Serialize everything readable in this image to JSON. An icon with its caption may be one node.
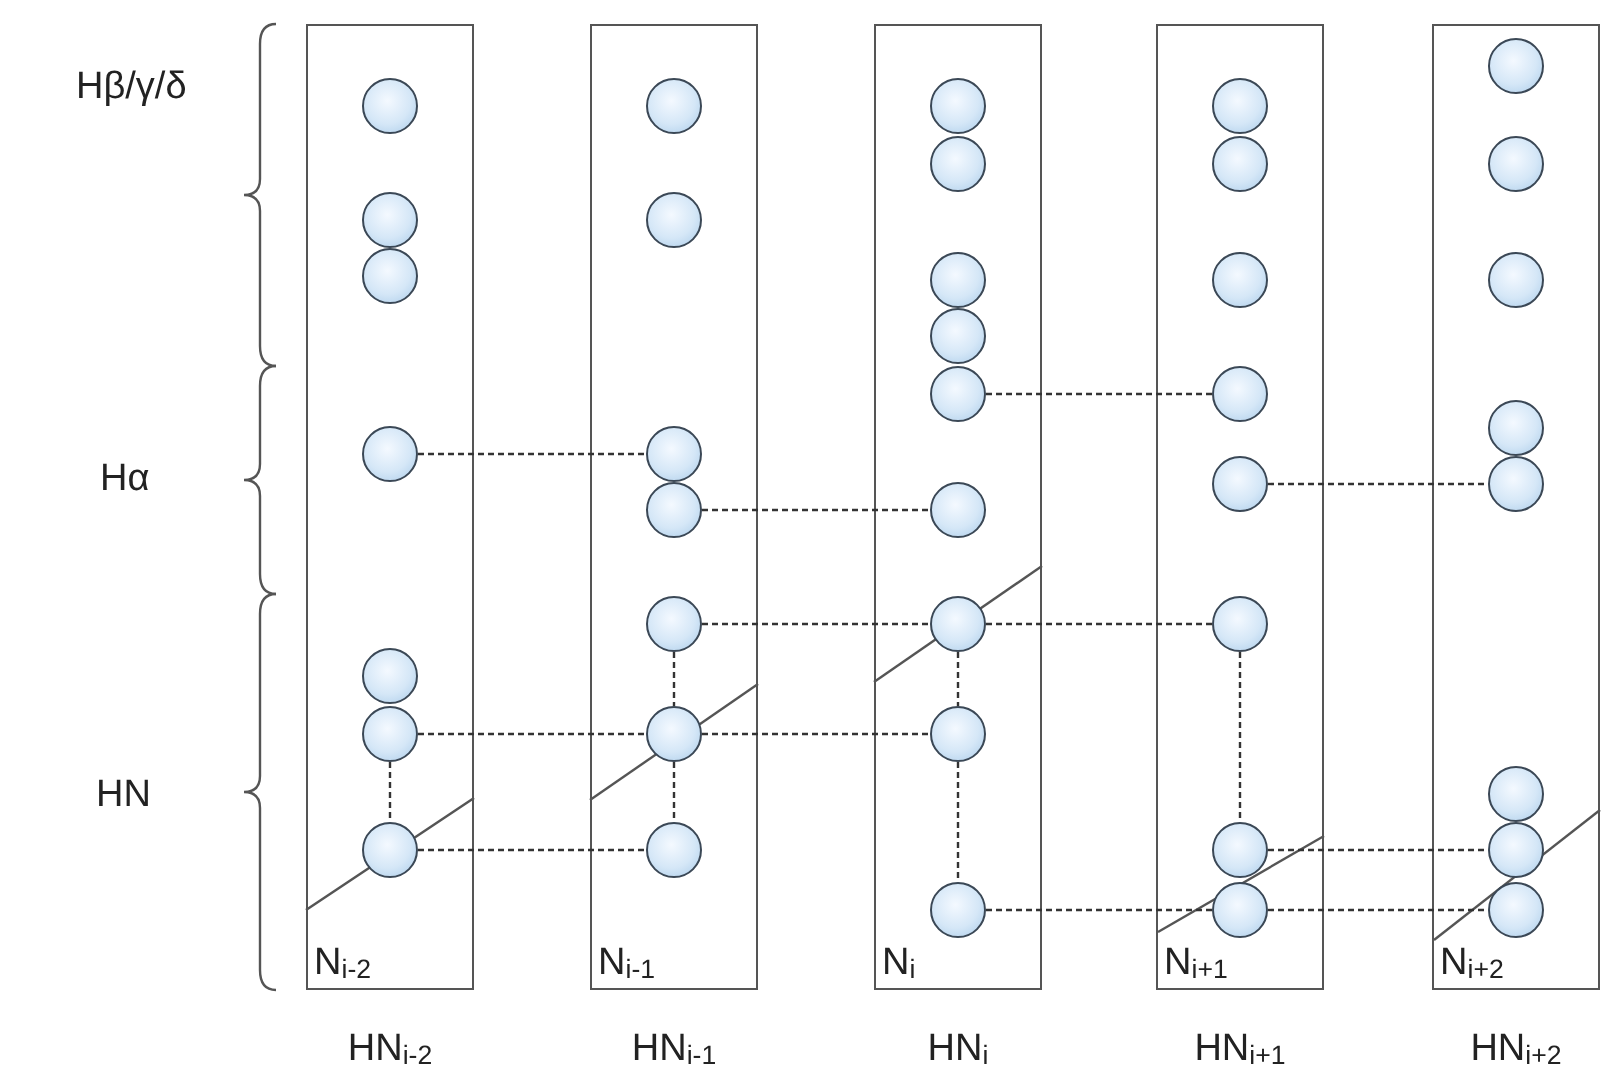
{
  "diagram": {
    "nodes": [
      {
        "text": [
          "N$_{i-2}$"
        ],
        "beside": [
          "HN$_{i-2}$"
        ]
      },
      {
        "text": [],
        "shape": "circle",
        "in": 0
      },
      {
        "text": [],
        "shape": "circle",
        "in": 0
      },
      {
        "text": [],
        "shape": "circle",
        "in": 0
      },
      {
        "text": [],
        "shape": "circle",
        "in": 0
      },
      {
        "text": [],
        "shape": "circle",
        "in": 0
      },
      {
        "text": [],
        "shape": "circle",
        "in": 0
      },
      {
        "text": [],
        "shape": "circle",
        "in": 0
      },
      {
        "text": [
          "N$_{i-1}$"
        ],
        "beside": [
          "HN$_{i-1}$"
        ]
      },
      {
        "text": [],
        "shape": "circle",
        "in": 8
      },
      {
        "text": [],
        "shape": "circle",
        "in": 8
      },
      {
        "text": [],
        "shape": "circle",
        "in": 8
      },
      {
        "text": [],
        "shape": "circle",
        "in": 8
      },
      {
        "text": [],
        "shape": "circle",
        "in": 8
      },
      {
        "text": [],
        "shape": "circle",
        "in": 8
      },
      {
        "text": [],
        "shape": "circle",
        "in": 8
      },
      {
        "text": [
          "N$_{i}$"
        ],
        "beside": [
          "HN$_{i}$"
        ]
      },
      {
        "text": [],
        "shape": "circle",
        "in": 16
      },
      {
        "text": [],
        "shape": "circle",
        "in": 16
      },
      {
        "text": [],
        "shape": "circle",
        "in": 16
      },
      {
        "text": [],
        "shape": "circle",
        "in": 16
      },
      {
        "text": [],
        "shape": "circle",
        "in": 16
      },
      {
        "text": [],
        "shape": "circle",
        "in": 16
      },
      {
        "text": [],
        "shape": "circle",
        "in": 16
      },
      {
        "text": [],
        "shape": "circle",
        "in": 16
      },
      {
        "text": [],
        "shape": "circle",
        "in": 16
      },
      {
        "text": [
          "N$_{i+1}$"
        ],
        "beside": [
          "HN$_{i+1}$"
        ]
      },
      {
        "text": [],
        "shape": "circle",
        "in": 26
      },
      {
        "text": [],
        "shape": "circle",
        "in": 26
      },
      {
        "text": [],
        "shape": "circle",
        "in": 26
      },
      {
        "text": [],
        "shape": "circle",
        "in": 26
      },
      {
        "text": [],
        "shape": "circle",
        "in": 26
      },
      {
        "text": [],
        "shape": "circle",
        "in": 26
      },
      {
        "text": [],
        "shape": "circle",
        "in": 26
      },
      {
        "text": [],
        "shape": "circle",
        "in": 26
      },
      {
        "text": [
          "N$_{i+2}$"
        ],
        "beside": [
          "HN$_{i+2}$"
        ]
      },
      {
        "text": [],
        "shape": "circle",
        "in": 35
      },
      {
        "text": [],
        "shape": "circle",
        "in": 35
      },
      {
        "text": [],
        "shape": "circle",
        "in": 35
      },
      {
        "text": [],
        "shape": "circle",
        "in": 35
      },
      {
        "text": [],
        "shape": "circle",
        "in": 35
      },
      {
        "text": [],
        "shape": "circle",
        "in": 35
      },
      {
        "text": [],
        "shape": "circle",
        "in": 35
      },
      {
        "text": [],
        "shape": "circle",
        "in": 35
      }
    ],
    "edges": [
      {
        "from": 4,
        "to": 11,
        "arrow": "none",
        "style": "dashed"
      },
      {
        "from": 12,
        "to": 22,
        "arrow": "none",
        "style": "dashed"
      },
      {
        "from": 21,
        "to": 30,
        "arrow": "none",
        "style": "dashed"
      },
      {
        "from": 31,
        "to": 40,
        "arrow": "none",
        "style": "dashed"
      },
      {
        "from": 13,
        "to": 23,
        "arrow": "none",
        "style": "dashed"
      },
      {
        "from": 23,
        "to": 32,
        "arrow": "none",
        "style": "dashed"
      },
      {
        "from": 6,
        "to": 14,
        "arrow": "none",
        "style": "dashed"
      },
      {
        "from": 14,
        "to": 24,
        "arrow": "none",
        "style": "dashed"
      },
      {
        "from": 7,
        "to": 15,
        "arrow": "none",
        "style": "dashed"
      },
      {
        "from": 33,
        "to": 42,
        "arrow": "none",
        "style": "dashed"
      },
      {
        "from": 25,
        "to": 34,
        "arrow": "none",
        "style": "dashed"
      },
      {
        "from": 34,
        "to": 43,
        "arrow": "none",
        "style": "dashed"
      },
      {
        "from": 6,
        "to": 7,
        "arrow": "none",
        "style": "dashed"
      },
      {
        "from": 13,
        "to": 14,
        "arrow": "none",
        "style": "dashed"
      },
      {
        "from": 14,
        "to": 15,
        "arrow": "none",
        "style": "dashed"
      },
      {
        "from": 23,
        "to": 24,
        "arrow": "none",
        "style": "dashed"
      },
      {
        "from": 24,
        "to": 25,
        "arrow": "none",
        "style": "dashed"
      },
      {
        "from": 32,
        "to": 33,
        "arrow": "none",
        "style": "dashed"
      }
    ],
    "labels": [
      "Hβ/γ/δ",
      "Hα",
      "HN"
    ]
  }
}
